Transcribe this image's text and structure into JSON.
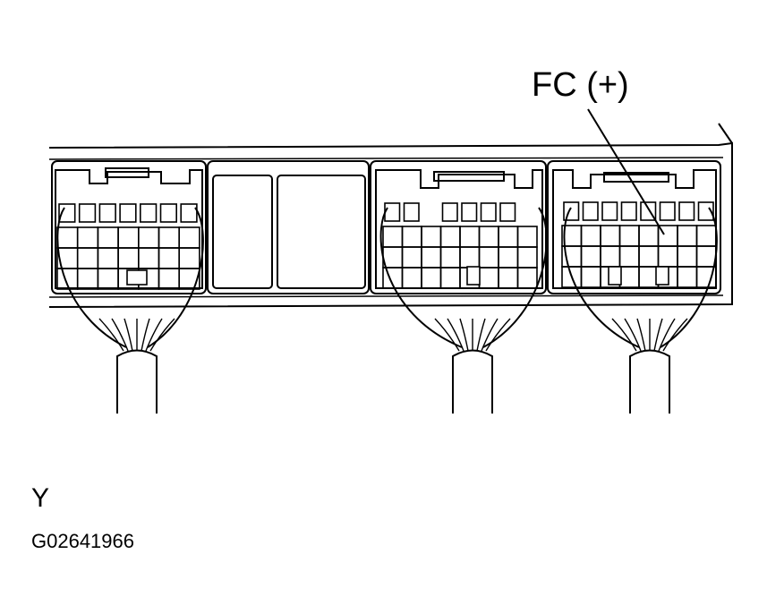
{
  "diagram": {
    "callout_label": "FC (+)",
    "view_letter": "Y",
    "figure_code": "G02641966"
  }
}
